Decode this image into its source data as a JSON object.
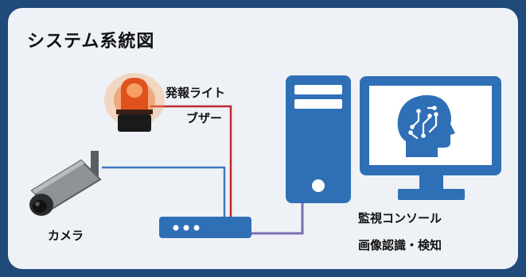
{
  "title": "システム系統図",
  "labels": {
    "beacon": [
      "発報ライト",
      "ブザー"
    ],
    "camera": "カメラ",
    "computer": [
      "監視コンソール",
      "画像認識・検知"
    ]
  },
  "colors": {
    "equipment_blue": "#2f6fb6",
    "line_blue": "#3e7ac0",
    "line_red": "#c2282f",
    "line_purple": "#7b6fae",
    "beacon_orange": "#e8521d",
    "camera_gray": "#8f9395"
  },
  "icons": [
    "warning-beacon-icon",
    "security-camera-icon",
    "network-hub-icon",
    "desktop-computer-icon",
    "ai-head-icon"
  ]
}
